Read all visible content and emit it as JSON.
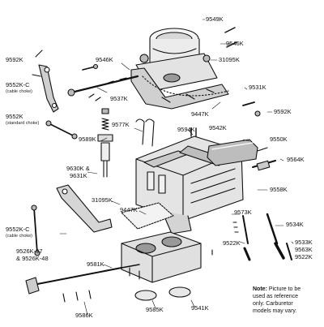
{
  "labels": {
    "p9549K": "9549K",
    "p9546K_top": "9546K",
    "p9592K_left": "9592K",
    "p9546K_mid": "9546K",
    "p31095K_top": "31095K",
    "p9552KC": "9552K-C",
    "p9552KC_sub": "(cable choke)",
    "p9537K": "9537K",
    "p9531K": "9531K",
    "p9447K_top": "9447K",
    "p9592K_right": "9592K",
    "p9552K": "9552K",
    "p9552K_sub": "(standard choke)",
    "p9577K": "9577K",
    "p9594K": "9594K",
    "p9542K": "9542K",
    "p9589K": "9589K",
    "p9550K": "9550K",
    "p9564K": "9564K",
    "p9630K": "9630K &",
    "p9631K": "9631K",
    "p9558K": "9558K",
    "p31095K_bot": "31095K",
    "p9447K_bot": "9447K",
    "p9573K": "9573K",
    "p9534K": "9534K",
    "p9552KC_bot": "9552K-C",
    "p9552KC_bot_sub": "(cable choke)",
    "p9522K_mid": "9522K",
    "p9533K": "9533K",
    "p9563K": "9563K",
    "p9522K_right": "9522K",
    "p9526K97": "9526K-97",
    "p9526K48": "& 9526K-48",
    "p9581K": "9581K",
    "p9585K": "9585K",
    "p9541K": "9541K",
    "p9586K": "9586K"
  },
  "note": {
    "heading": "Note:",
    "line1": " Picture to be",
    "line2": "used as reference",
    "line3": "only. Carburetor",
    "line4": "models may vary."
  }
}
